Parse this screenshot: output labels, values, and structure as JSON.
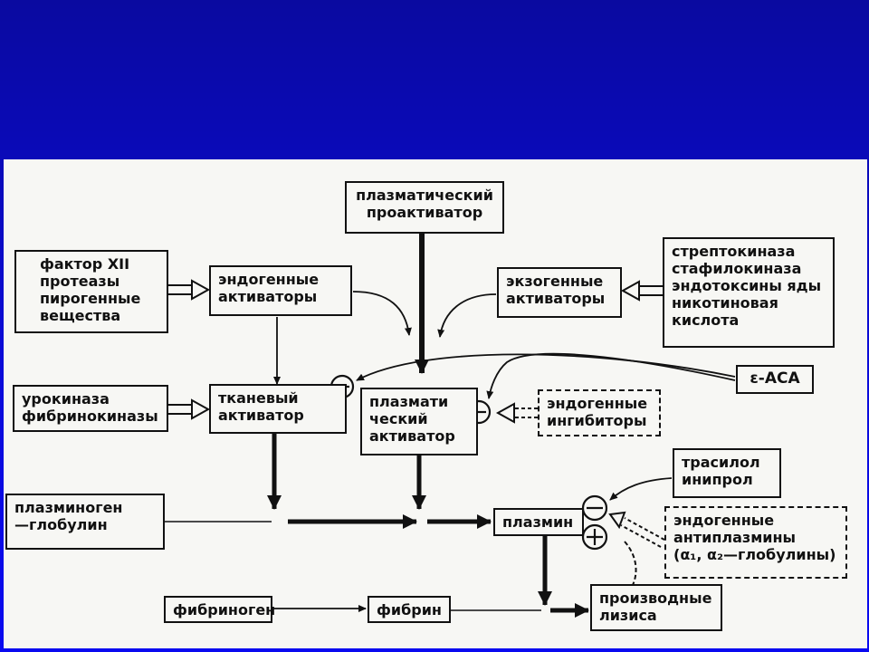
{
  "nodes": {
    "plasma_proactivator": "плазматический\nпроактиватор",
    "factor_xii": "фактор XII\nпротеазы\nпирогенные\nвещества",
    "endogenous_activators": "эндогенные\nактиваторы",
    "exogenous_activators": "экзогенные\nактиваторы",
    "streptokinase": "стрептокиназа\nстафилокиназа\nэндотоксины яды\nникотиновая\nкислота",
    "eaca": "ε-АСА",
    "urokinase": "урокиназа\nфибринокиназы",
    "tissue_activator": "тканевый\nактиватор",
    "plasma_activator": "плазмати\nческий\nактиватор",
    "endogenous_inhibitors": "эндогенные\nингибиторы",
    "trasylol": "трасилол\nинипрол",
    "plasminogen": "плазминоген\n—глобулин",
    "plasmin": "плазмин",
    "antiplasmins": "эндогенные\nантиплазмины\n(α₁, α₂—глобулины)",
    "fibrinogen": "фибриноген",
    "fibrin": "фибрин",
    "lysis_products": "производные\nлизиса"
  }
}
